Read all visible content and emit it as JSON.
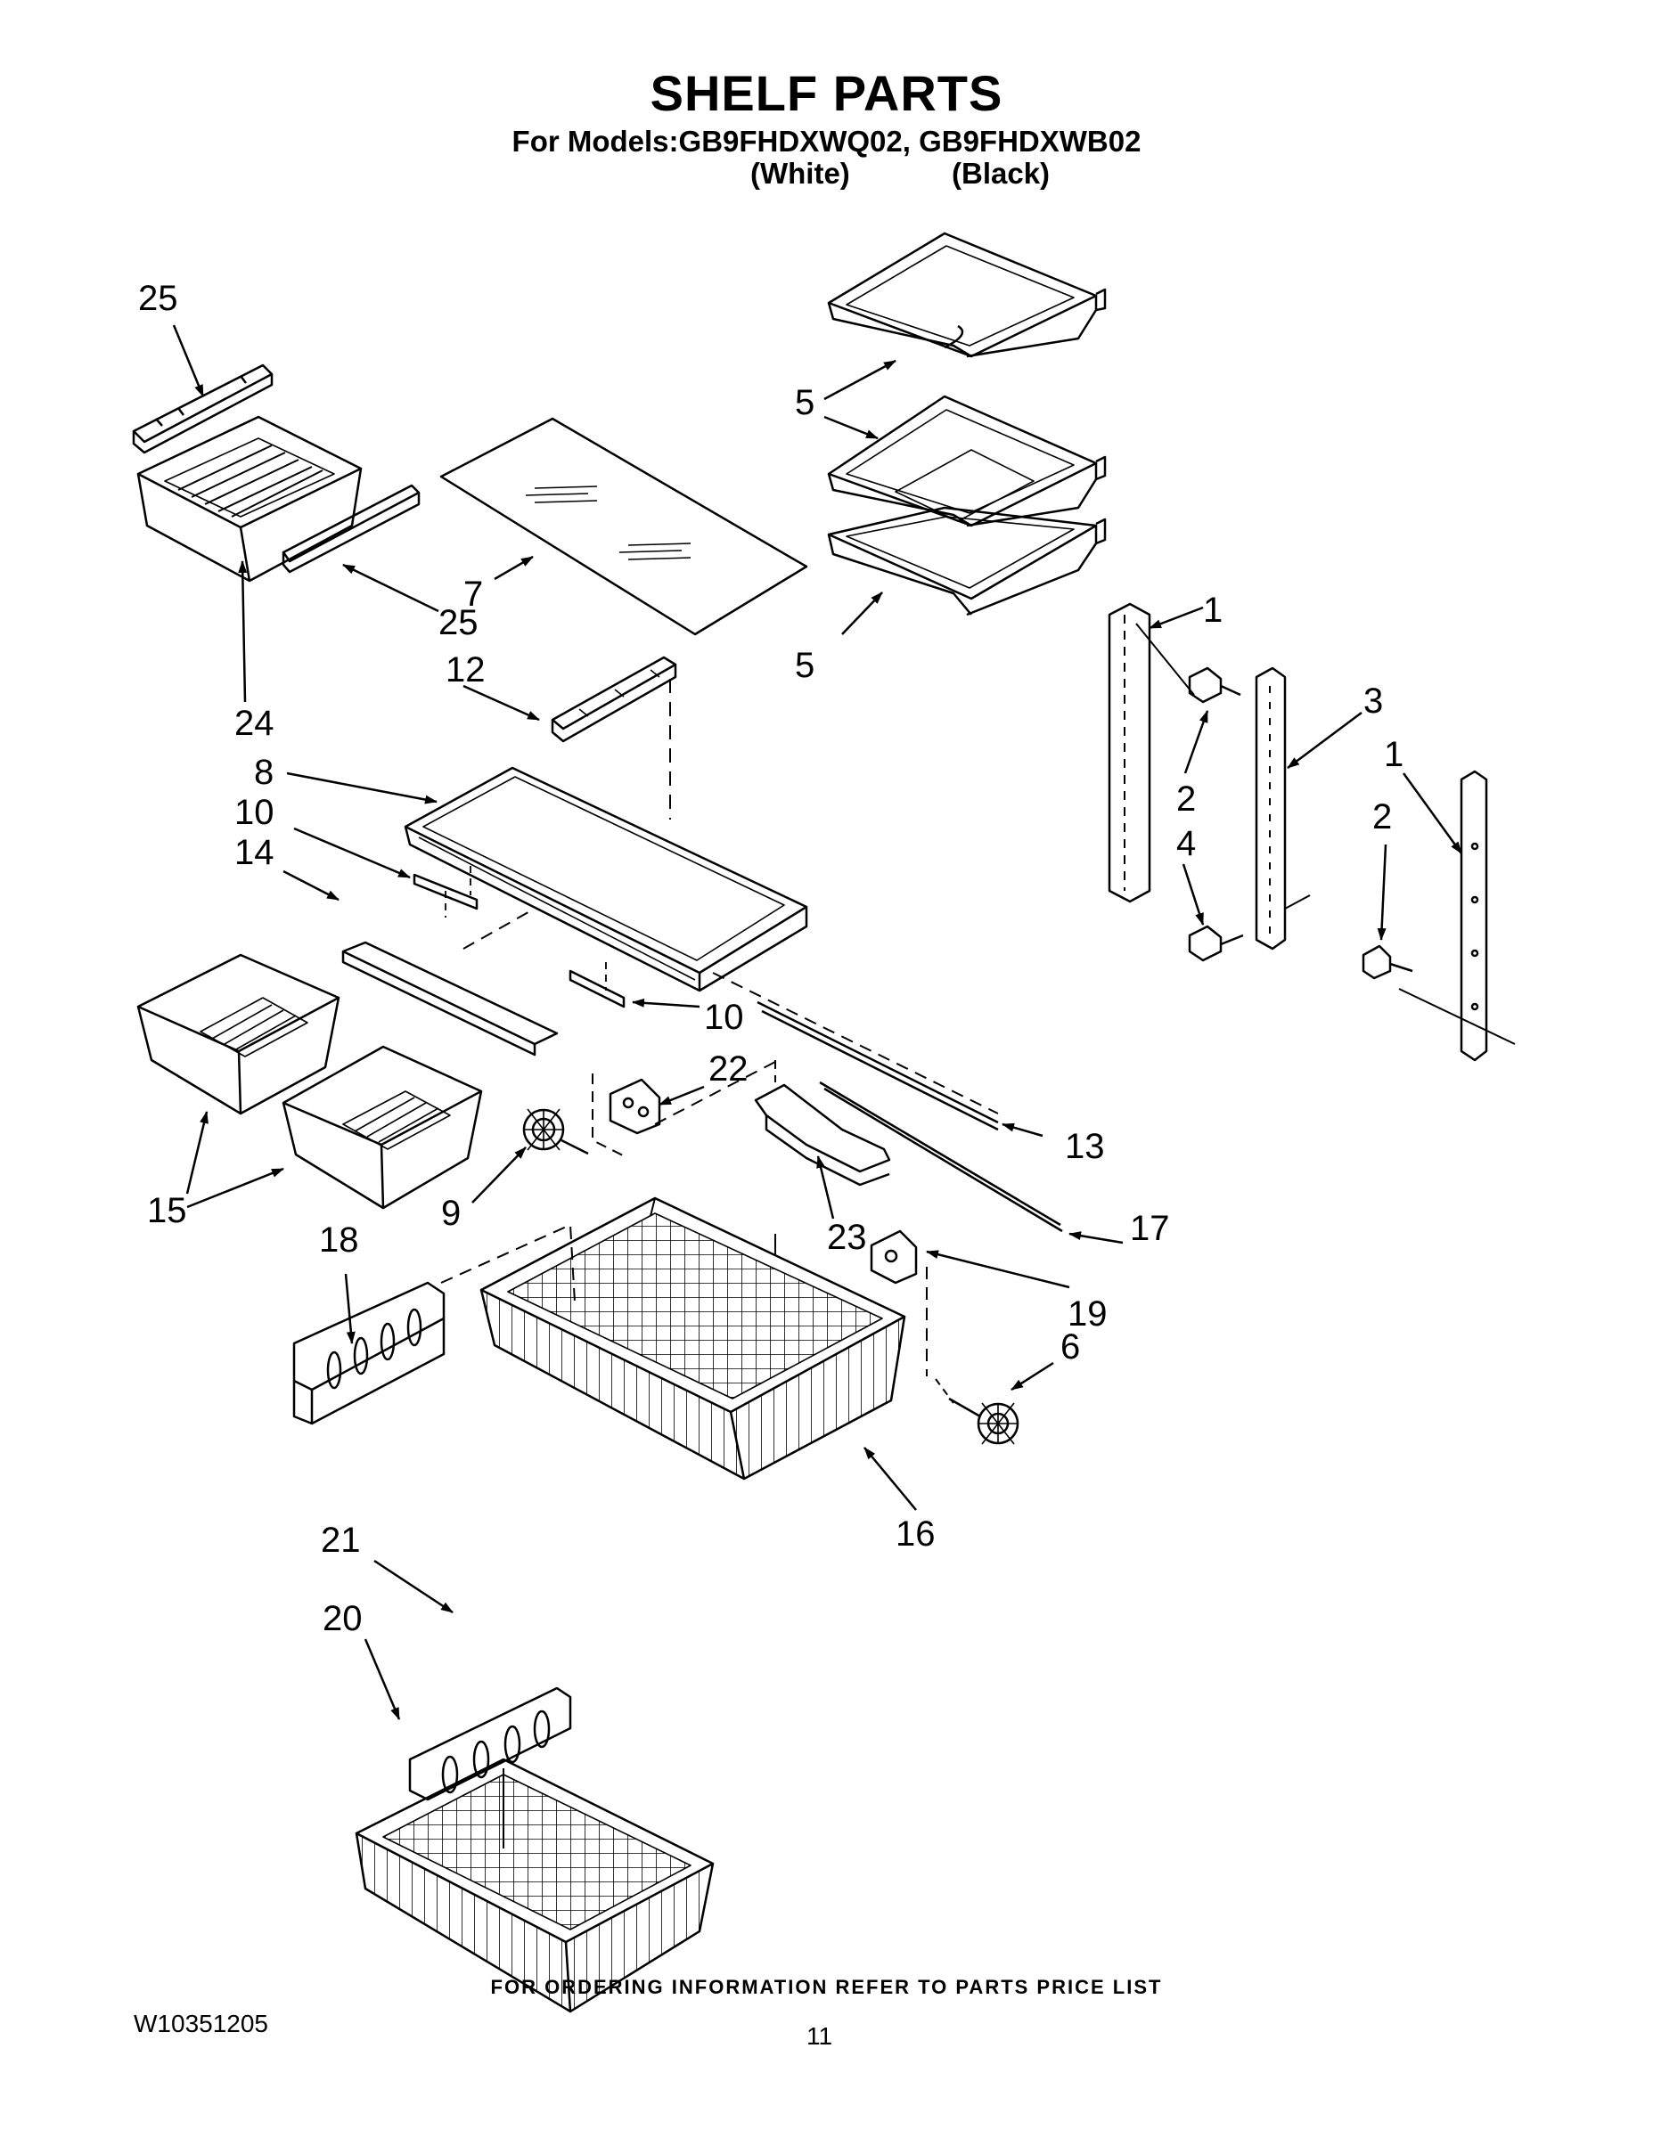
{
  "header": {
    "title": "SHELF PARTS",
    "models_line": "For Models:GB9FHDXWQ02, GB9FHDXWB02",
    "variant_white": "(White)",
    "variant_black": "(Black)"
  },
  "callouts": [
    {
      "id": "c25a",
      "label": "25"
    },
    {
      "id": "c5a",
      "label": "5"
    },
    {
      "id": "c7",
      "label": "7"
    },
    {
      "id": "c25b",
      "label": "25"
    },
    {
      "id": "c5b",
      "label": "5"
    },
    {
      "id": "c1a",
      "label": "1"
    },
    {
      "id": "c12",
      "label": "12"
    },
    {
      "id": "c24",
      "label": "24"
    },
    {
      "id": "c3",
      "label": "3"
    },
    {
      "id": "c8",
      "label": "8"
    },
    {
      "id": "c2a",
      "label": "2"
    },
    {
      "id": "c1b",
      "label": "1"
    },
    {
      "id": "c10a",
      "label": "10"
    },
    {
      "id": "c14",
      "label": "14"
    },
    {
      "id": "c4",
      "label": "4"
    },
    {
      "id": "c2b",
      "label": "2"
    },
    {
      "id": "c10b",
      "label": "10"
    },
    {
      "id": "c22",
      "label": "22"
    },
    {
      "id": "c13",
      "label": "13"
    },
    {
      "id": "c9",
      "label": "9"
    },
    {
      "id": "c15",
      "label": "15"
    },
    {
      "id": "c23",
      "label": "23"
    },
    {
      "id": "c17",
      "label": "17"
    },
    {
      "id": "c18",
      "label": "18"
    },
    {
      "id": "c19",
      "label": "19"
    },
    {
      "id": "c6",
      "label": "6"
    },
    {
      "id": "c16",
      "label": "16"
    },
    {
      "id": "c21",
      "label": "21"
    },
    {
      "id": "c20",
      "label": "20"
    }
  ],
  "footer": {
    "ordering_note": "FOR ORDERING INFORMATION REFER TO PARTS PRICE LIST",
    "document_number": "W10351205",
    "page_number": "11"
  }
}
